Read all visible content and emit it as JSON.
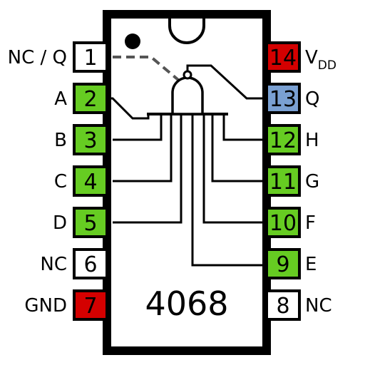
{
  "chip": {
    "name": "4068",
    "colors": {
      "body": "#ffffff",
      "outline": "#000000",
      "power": "#d40000",
      "input": "#66cc22",
      "output": "#7aa0d2",
      "nc": "#ffffff",
      "dashed": "#555555"
    }
  },
  "pins": [
    {
      "num": "1",
      "label": "NC / Q",
      "kind": "nc"
    },
    {
      "num": "2",
      "label": "A",
      "kind": "input"
    },
    {
      "num": "3",
      "label": "B",
      "kind": "input"
    },
    {
      "num": "4",
      "label": "C",
      "kind": "input"
    },
    {
      "num": "5",
      "label": "D",
      "kind": "input"
    },
    {
      "num": "6",
      "label": "NC",
      "kind": "nc"
    },
    {
      "num": "7",
      "label": "GND",
      "kind": "power"
    },
    {
      "num": "8",
      "label": "NC",
      "kind": "nc"
    },
    {
      "num": "9",
      "label": "E",
      "kind": "input"
    },
    {
      "num": "10",
      "label": "F",
      "kind": "input"
    },
    {
      "num": "11",
      "label": "G",
      "kind": "input"
    },
    {
      "num": "12",
      "label": "H",
      "kind": "input"
    },
    {
      "num": "13",
      "label": "Q",
      "kind": "output"
    },
    {
      "num": "14",
      "label": "V",
      "label_sub": "DD",
      "kind": "power"
    }
  ]
}
